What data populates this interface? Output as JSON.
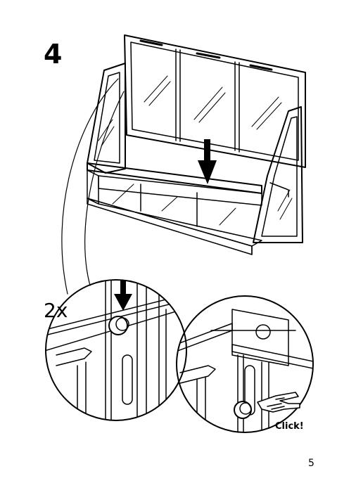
{
  "step": {
    "number": "4",
    "quantity": "2x",
    "click_text": "Click!"
  },
  "page": {
    "number": "5"
  },
  "icons": [
    "arrow-down-icon",
    "pointing-hand-icon"
  ]
}
